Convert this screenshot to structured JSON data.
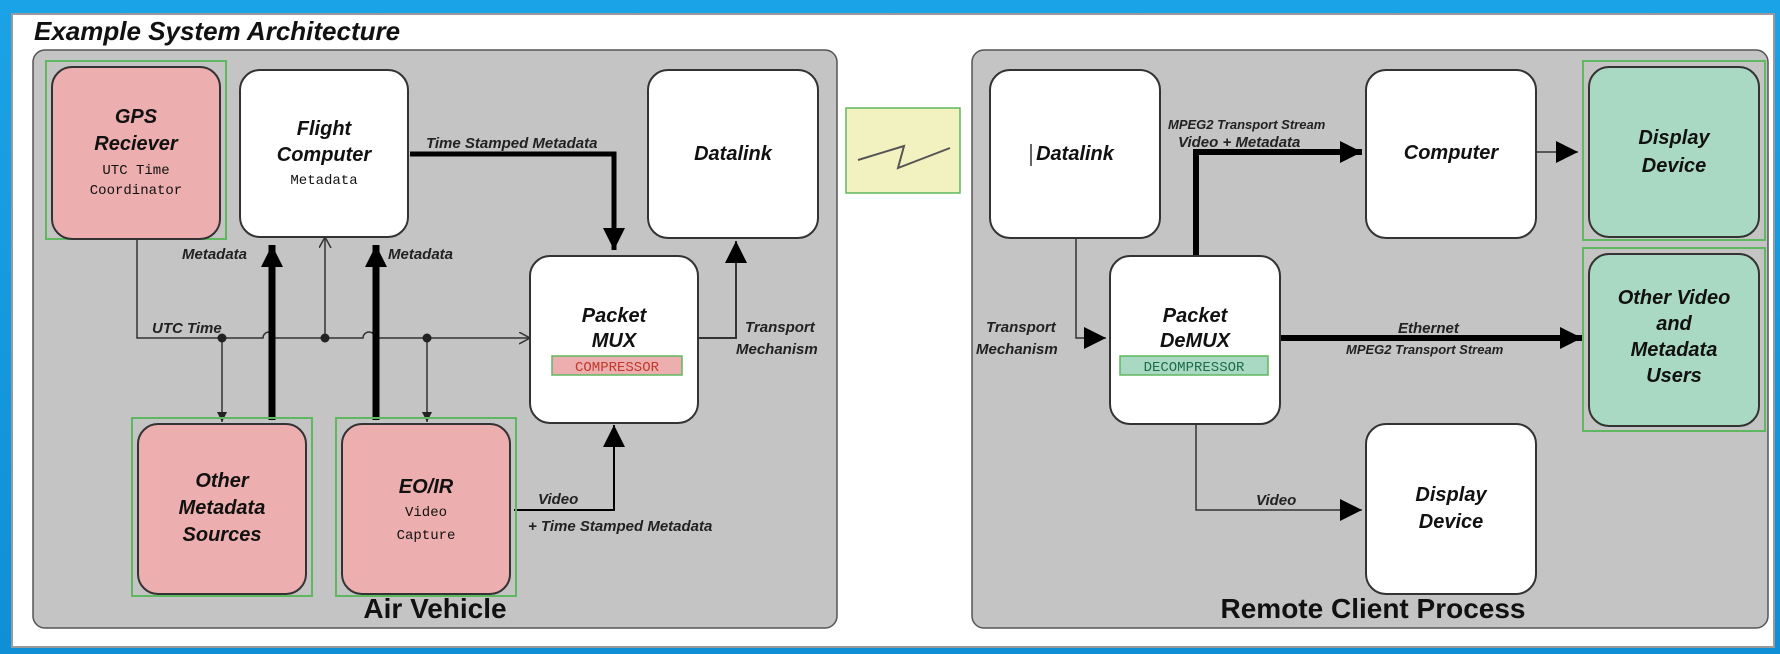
{
  "title": "Example System Architecture",
  "air_vehicle": {
    "label": "Air Vehicle",
    "gps": {
      "title_1": "GPS",
      "title_2": "Reciever",
      "sub_1": "UTC Time",
      "sub_2": "Coordinator"
    },
    "flight_computer": {
      "title_1": "Flight",
      "title_2": "Computer",
      "sub": "Metadata"
    },
    "datalink": {
      "title": "Datalink"
    },
    "packet_mux": {
      "title_1": "Packet",
      "title_2": "MUX",
      "badge": "COMPRESSOR"
    },
    "other_metadata": {
      "line_1": "Other",
      "line_2": "Metadata",
      "line_3": "Sources"
    },
    "eo_ir": {
      "title": "EO/IR",
      "sub_1": "Video",
      "sub_2": "Capture"
    },
    "labels": {
      "time_stamped": "Time Stamped Metadata",
      "metadata_left": "Metadata",
      "metadata_right": "Metadata",
      "utc_time": "UTC Time",
      "transport_1": "Transport",
      "transport_2": "Mechanism",
      "video": "Video",
      "video_ts": "+ Time Stamped Metadata"
    }
  },
  "remote": {
    "label": "Remote Client Process",
    "datalink": {
      "title": "Datalink"
    },
    "computer": {
      "title": "Computer"
    },
    "display_top": {
      "line_1": "Display",
      "line_2": "Device"
    },
    "packet_demux": {
      "title_1": "Packet",
      "title_2": "DeMUX",
      "badge": "DECOMPRESSOR"
    },
    "other_video": {
      "line_1": "Other Video",
      "line_2": "and",
      "line_3": "Metadata",
      "line_4": "Users"
    },
    "display_bottom": {
      "line_1": "Display",
      "line_2": "Device"
    },
    "labels": {
      "mpeg_top_1": "MPEG2 Transport Stream",
      "mpeg_top_2": "Video + Metadata",
      "transport_1": "Transport",
      "transport_2": "Mechanism",
      "ethernet": "Ethernet",
      "mpeg_eth": "MPEG2 Transport Stream",
      "video": "Video"
    }
  },
  "colors": {
    "background": "#1aa3e6",
    "panel_gray": "#c4c4c4",
    "source_red": "#ecaeae",
    "consumer_green": "#a9d9c2",
    "outline_green": "#5fb85f",
    "radio_yellow": "#f2f2c0"
  }
}
